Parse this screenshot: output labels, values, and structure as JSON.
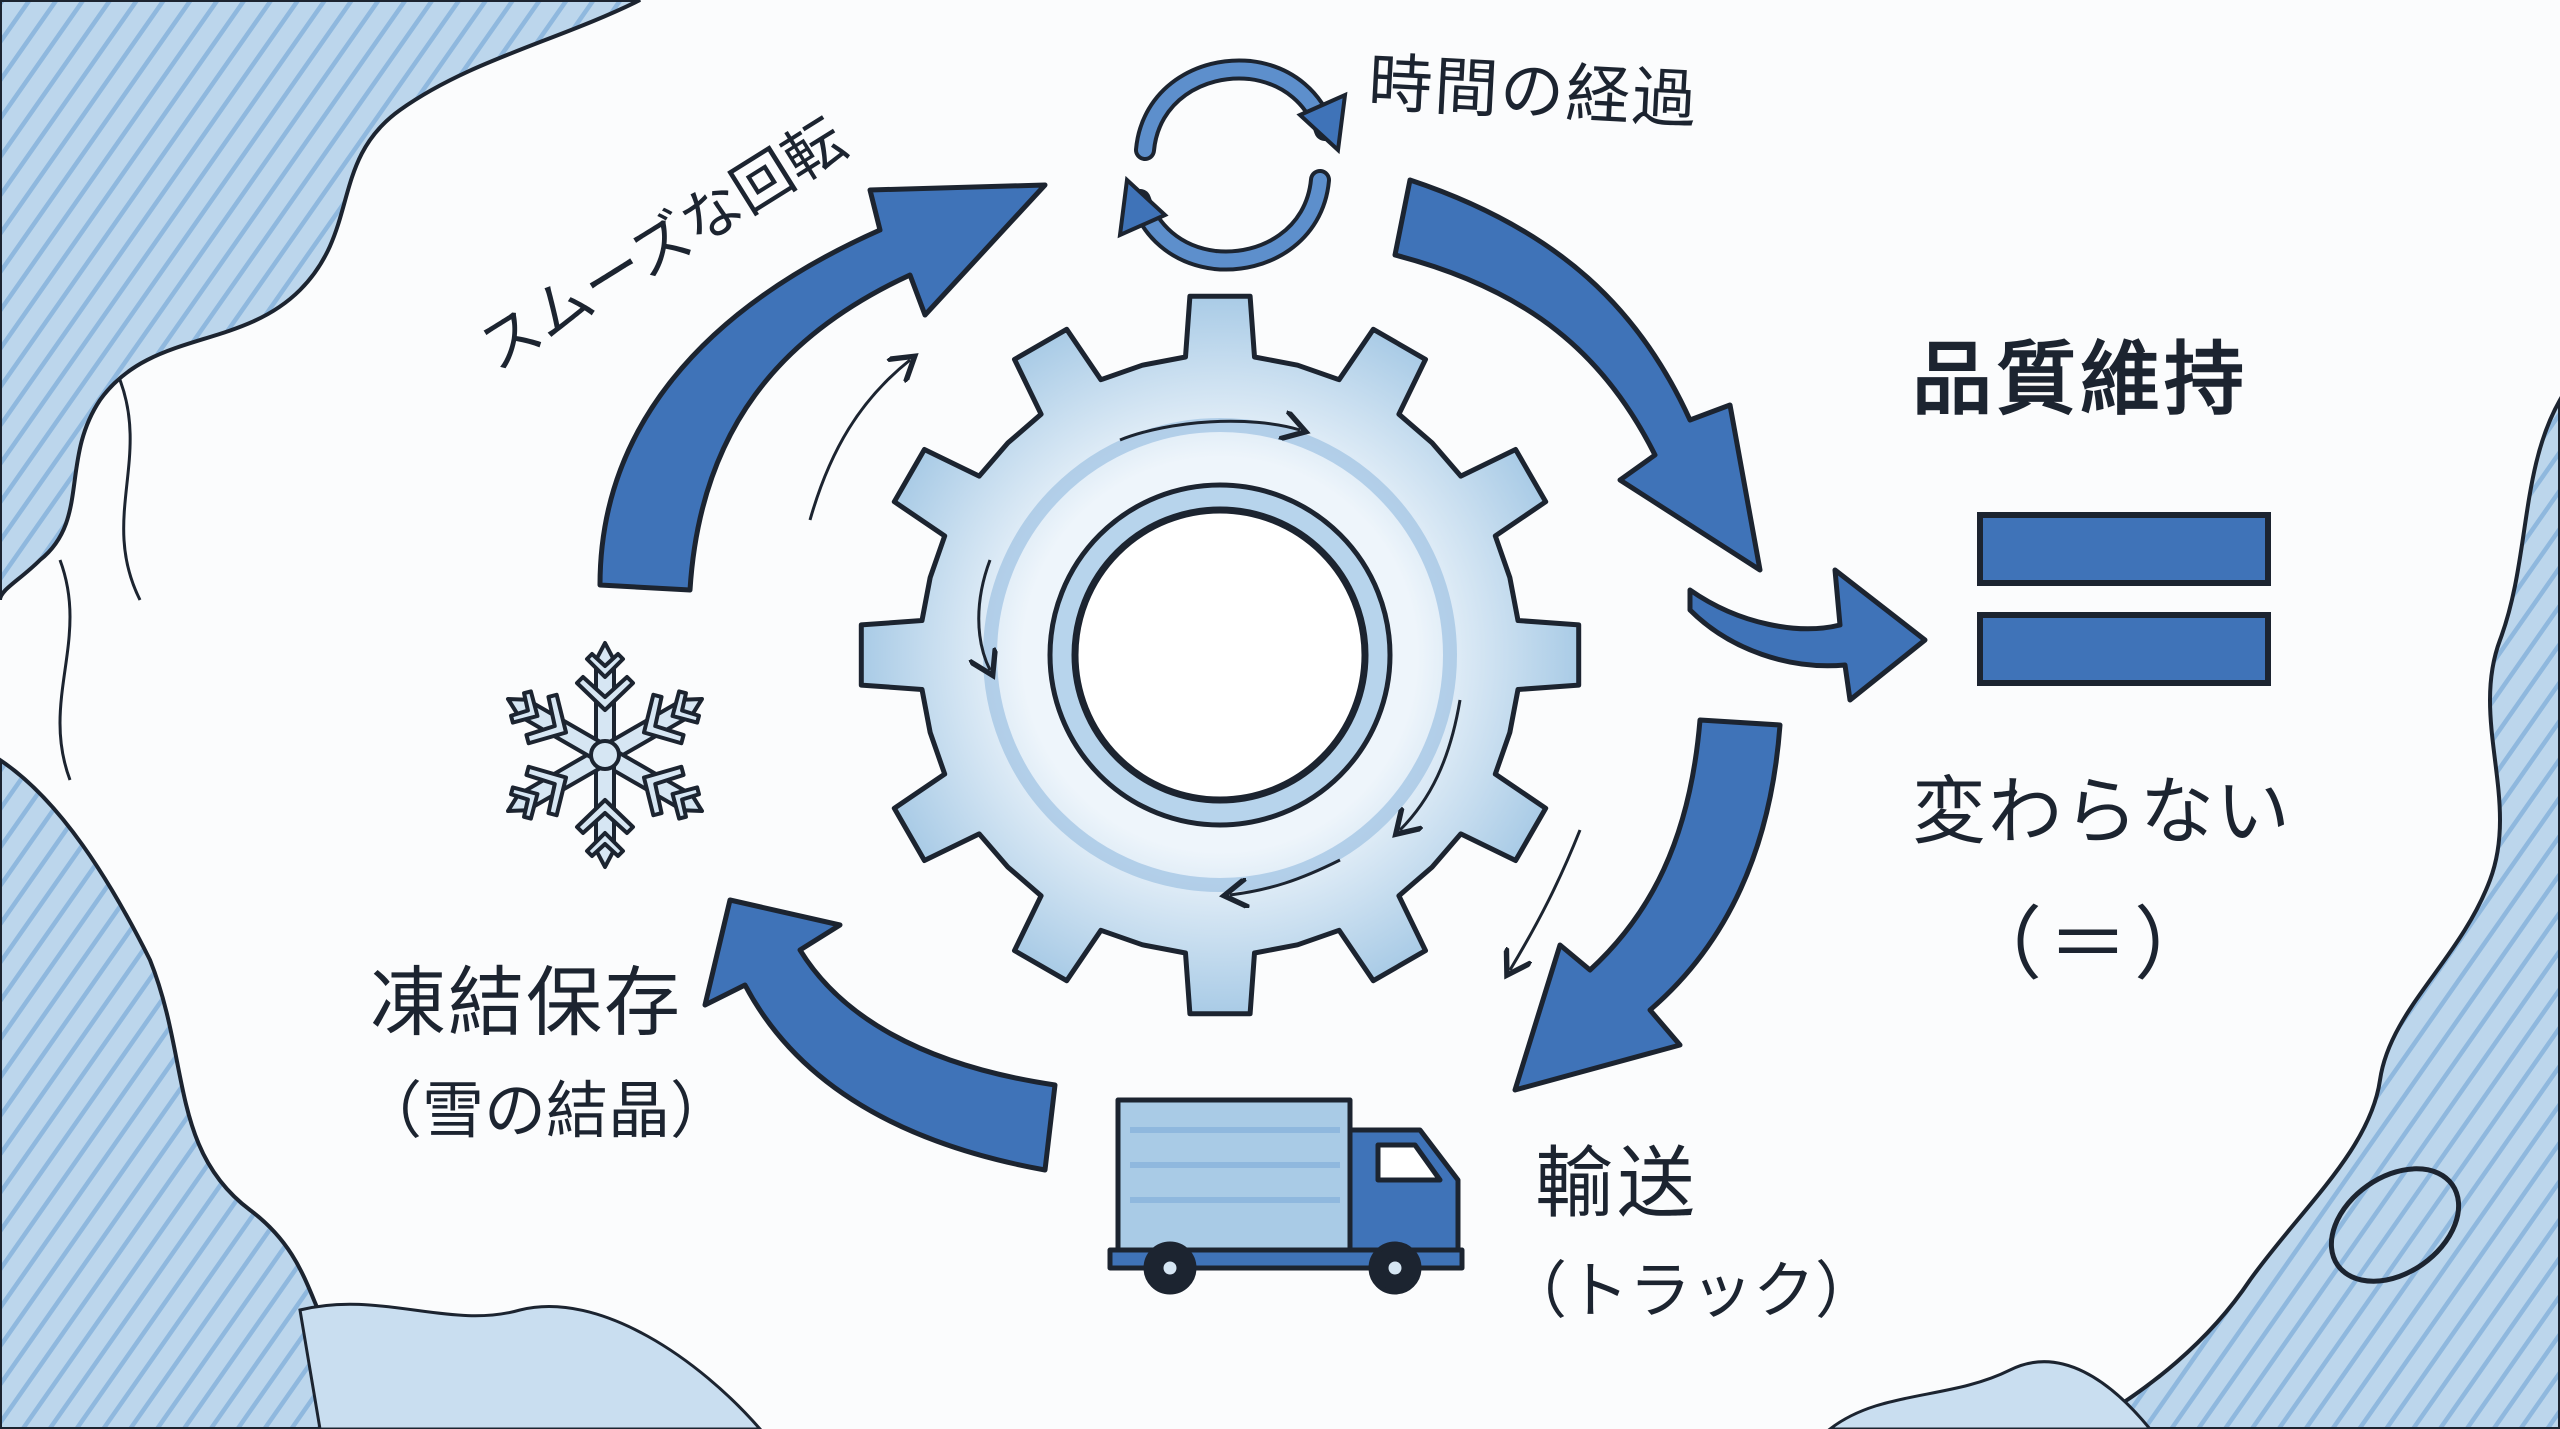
{
  "labels": {
    "rotation": "スムーズな回転",
    "time": "時間の経過",
    "quality": "品質維持",
    "unchanged": "変わらない",
    "unchanged_paren": "（＝）",
    "frozen": "凍結保存",
    "frozen_sub": "（雪の結晶）",
    "transport": "輸送",
    "transport_sub": "（トラック）"
  },
  "icons": {
    "center": "gear-icon",
    "top": "cycle-arrows-icon",
    "left": "snowflake-icon",
    "bottom": "truck-icon",
    "right": "equals-icon"
  },
  "colors": {
    "primary_blue": "#3f73b8",
    "light_blue": "#a9cbe6",
    "pale_blue": "#d6e6f3",
    "ink": "#1c2430"
  }
}
